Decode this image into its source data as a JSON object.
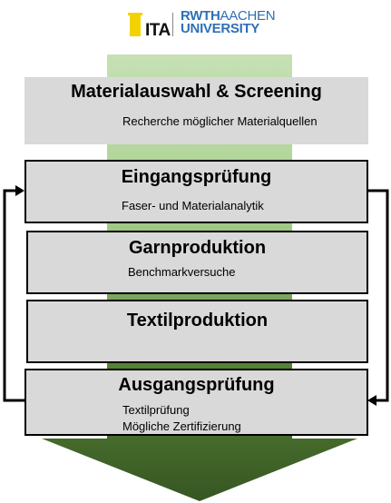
{
  "logo": {
    "ita": "ITA",
    "rwth_line1_bold": "RWTH",
    "rwth_line1_light": "AACHEN",
    "rwth_line2": "UNIVERSITY"
  },
  "steps": [
    {
      "title": "Materialauswahl & Screening",
      "lines": [
        "Recherche möglicher Materialquellen"
      ]
    },
    {
      "title": "Eingangsprüfung",
      "lines": [
        "Faser- und Materialanalytik"
      ]
    },
    {
      "title": "Garnproduktion",
      "lines": [
        "Benchmarkversuche"
      ]
    },
    {
      "title": "Textilproduktion",
      "lines": []
    },
    {
      "title": "Ausgangsprüfung",
      "lines": [
        "Textilprüfung",
        "Mögliche Zertifizierung"
      ]
    }
  ],
  "colors": {
    "arrow_top": "#c6e0b4",
    "arrow_bottom": "#375623",
    "box_fill": "#d9d9d9",
    "logo_blue": "#2f6fb6",
    "logo_yellow": "#f2d200"
  }
}
